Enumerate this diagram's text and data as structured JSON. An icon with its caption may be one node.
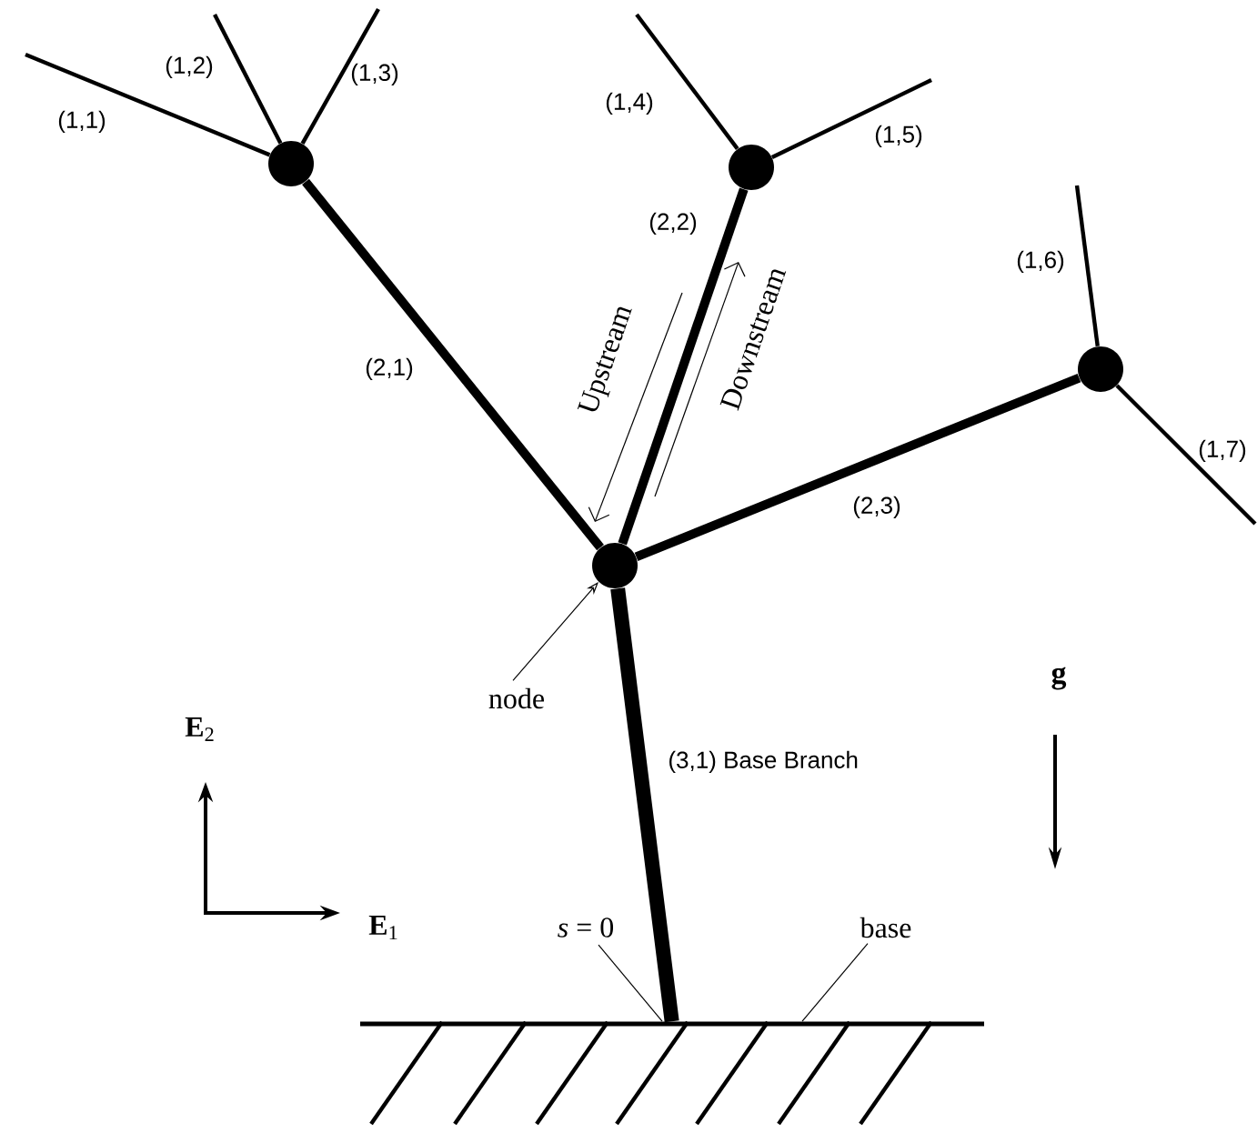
{
  "diagram": {
    "nodes": [
      {
        "text": [],
        "shape": "ground"
      },
      {
        "text": [],
        "shape": "circle"
      },
      {
        "text": [],
        "shape": "circle"
      },
      {
        "text": [],
        "shape": "circle"
      },
      {
        "text": [],
        "shape": "circle"
      },
      {
        "text": [
          "node"
        ]
      },
      {
        "text": [
          "*s* = 0"
        ]
      },
      {
        "text": [
          "base"
        ]
      }
    ],
    "edges": [
      {
        "from": 0,
        "to": 1,
        "arrow": "none",
        "style": "thick",
        "label": "(3,1) Base Branch"
      },
      {
        "from": 1,
        "to": 2,
        "arrow": "none",
        "style": "thick",
        "label": "(2,1)"
      },
      {
        "from": 1,
        "to": 3,
        "arrow": "none",
        "style": "thick",
        "label": "(2,2)"
      },
      {
        "from": 1,
        "to": 4,
        "arrow": "none",
        "style": "thick",
        "label": "(2,3)"
      },
      {
        "from": 2,
        "to": null,
        "arrow": "none",
        "label": "(1,1)"
      },
      {
        "from": 2,
        "to": null,
        "arrow": "none",
        "label": "(1,2)"
      },
      {
        "from": 2,
        "to": null,
        "arrow": "none",
        "label": "(1,3)"
      },
      {
        "from": 3,
        "to": null,
        "arrow": "none",
        "label": "(1,4)"
      },
      {
        "from": 3,
        "to": null,
        "arrow": "none",
        "label": "(1,5)"
      },
      {
        "from": 4,
        "to": null,
        "arrow": "none",
        "label": "(1,6)"
      },
      {
        "from": 4,
        "to": null,
        "arrow": "none",
        "label": "(1,7)"
      },
      {
        "from": 5,
        "to": 1,
        "arrow": "to"
      },
      {
        "from": 6,
        "to": 0,
        "arrow": "none"
      },
      {
        "from": 7,
        "to": 0,
        "arrow": "none"
      }
    ],
    "labels": [
      "Upstream",
      "Downstream",
      "g",
      "**E**$_{2}$",
      "**E**$_{1}$"
    ]
  }
}
